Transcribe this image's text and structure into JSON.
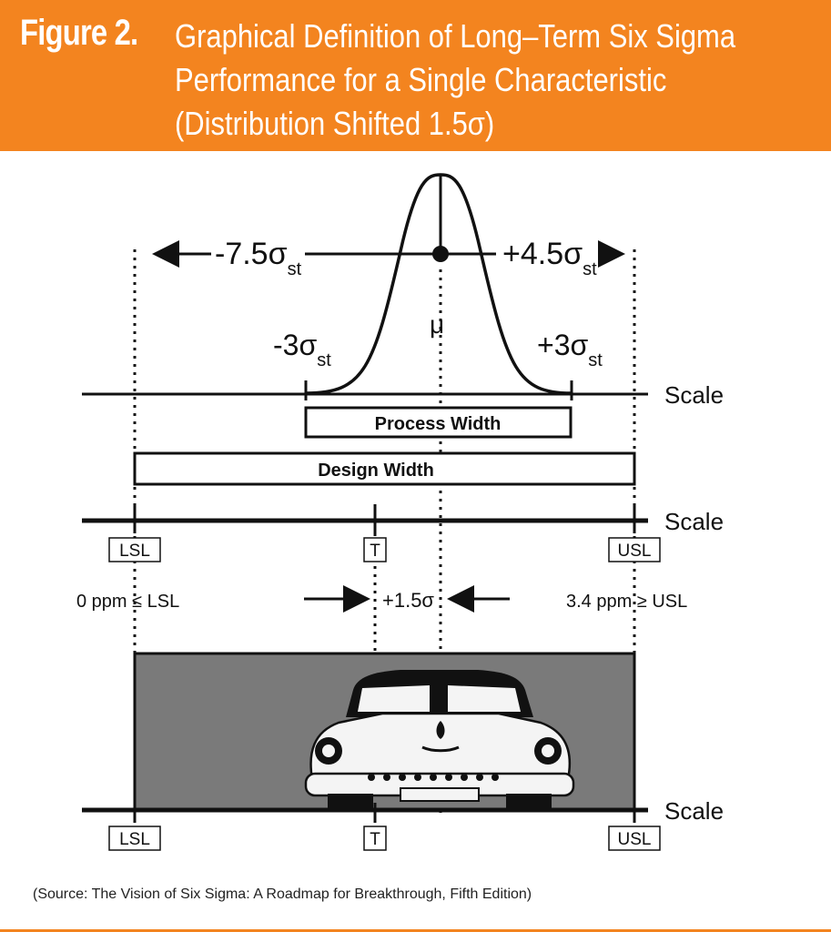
{
  "figure": {
    "number": "Figure 2.",
    "title_lines": [
      "Graphical Definition of Long–Term Six Sigma",
      "Performance for a Single Characteristic",
      "(Distribution Shifted 1.5σ)"
    ]
  },
  "diagram": {
    "minus_7_5": "-7.5σ",
    "plus_4_5": "+4.5σ",
    "minus_3": "-3σ",
    "plus_3": "+3σ",
    "sub_st": "st",
    "mu": "μ",
    "scale": "Scale",
    "process_width": "Process Width",
    "design_width": "Design Width",
    "lsl": "LSL",
    "usl": "USL",
    "target": "T",
    "shift": "+1.5σ",
    "lsl_ppm": "0 ppm ≤ LSL",
    "usl_ppm": "3.4 ppm ≥ USL"
  },
  "source": "(Source: The Vision of Six Sigma: A Roadmap for Breakthrough, Fifth Edition)",
  "colors": {
    "header_bg": "#f3841f",
    "panel_bg": "#ffffff",
    "car_panel": "#7a7a7a",
    "ink": "#111111"
  }
}
